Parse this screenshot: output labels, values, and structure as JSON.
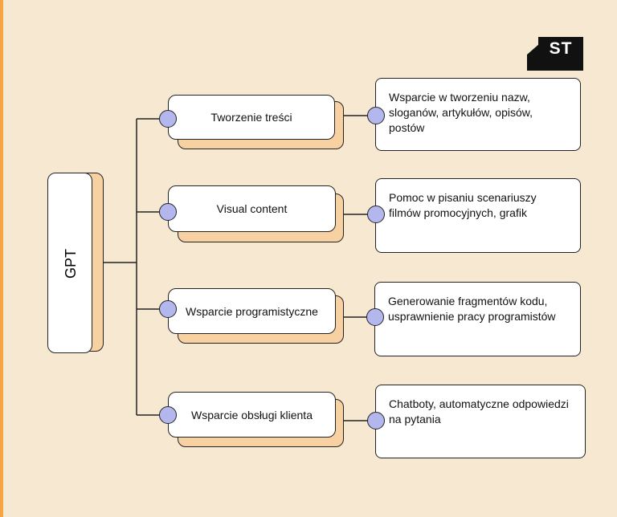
{
  "root": {
    "label": "GPT"
  },
  "logo": {
    "text": "ST"
  },
  "branches": [
    {
      "category": "Tworzenie treści",
      "description": "Wsparcie w tworzeniu nazw, sloganów, artykułów, opisów, postów"
    },
    {
      "category": "Visual content",
      "description": "Pomoc w pisaniu scenariuszy filmów promocyjnych, grafik"
    },
    {
      "category": "Wsparcie programistyczne",
      "description": "Generowanie fragmentów kodu, usprawnienie pracy programistów"
    },
    {
      "category": "Wsparcie obsługi klienta",
      "description": "Chatboty, automatyczne odpowiedzi na pytania"
    }
  ],
  "colors": {
    "background": "#f7e8d2",
    "shadow": "#f8d1a2",
    "dot": "#b3b7ee",
    "edge": "#f5a640"
  }
}
